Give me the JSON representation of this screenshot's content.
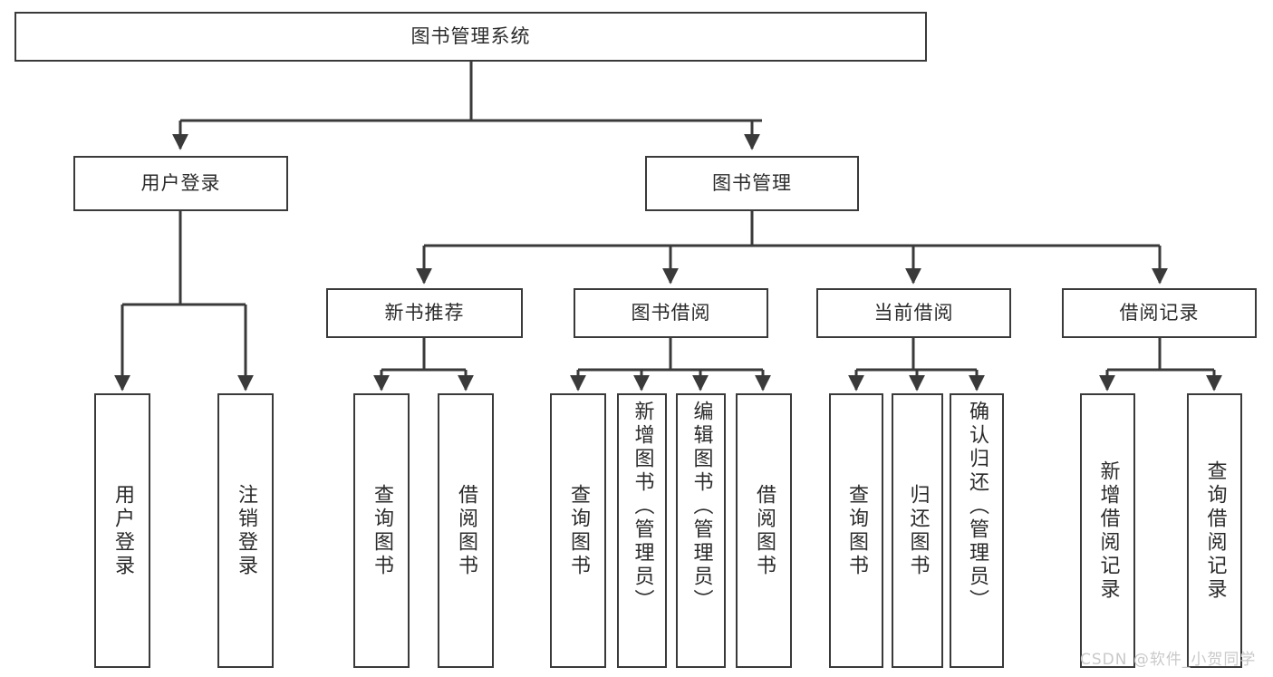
{
  "diagram": {
    "type": "tree",
    "title": "图书管理系统",
    "watermark": "CSDN @软件_小贺同学",
    "colors": {
      "stroke": "#3a3a3a",
      "text": "#2b2b2b",
      "background": "#ffffff",
      "watermark": "#c9c9c9"
    },
    "root": {
      "label": "图书管理系统"
    },
    "level1": [
      {
        "label": "用户登录"
      },
      {
        "label": "图书管理"
      }
    ],
    "level2": [
      {
        "label": "新书推荐"
      },
      {
        "label": "图书借阅"
      },
      {
        "label": "当前借阅"
      },
      {
        "label": "借阅记录"
      }
    ],
    "leaves": {
      "user_login": [
        {
          "label": "用户登录"
        },
        {
          "label": "注销登录"
        }
      ],
      "new_book": [
        {
          "label": "查询图书"
        },
        {
          "label": "借阅图书"
        }
      ],
      "borrow": [
        {
          "label": "查询图书"
        },
        {
          "label": "新增图书（管理员）"
        },
        {
          "label": "编辑图书（管理员）"
        },
        {
          "label": "借阅图书"
        }
      ],
      "current": [
        {
          "label": "查询图书"
        },
        {
          "label": "归还图书"
        },
        {
          "label": "确认归还（管理员）"
        }
      ],
      "records": [
        {
          "label": "新增借阅记录"
        },
        {
          "label": "查询借阅记录"
        }
      ]
    }
  }
}
